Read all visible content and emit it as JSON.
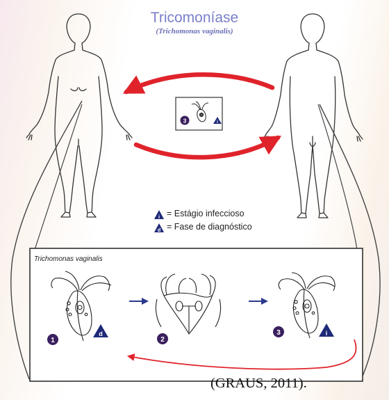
{
  "header": {
    "title": "Tricomoníase",
    "subtitle": "(Trichomonas vaginalis)"
  },
  "legend": [
    {
      "symbol": "i",
      "label": "= Estágio infeccioso"
    },
    {
      "symbol": "d",
      "label": "= Fase de diagnóstico"
    }
  ],
  "center_box": {
    "stage_number": "3",
    "symbol": "i"
  },
  "inset": {
    "title": "Trichomonas vaginalis",
    "stages": [
      {
        "number": "1",
        "symbol": "d"
      },
      {
        "number": "2",
        "symbol": ""
      },
      {
        "number": "3",
        "symbol": "i"
      }
    ]
  },
  "citation": "(GRAUS, 2011).",
  "colors": {
    "title": "#7a7fc9",
    "arrow_red": "#e0232b",
    "stage_circle": "#3a1f5e",
    "triangle": "#1e2a78",
    "arrow_blue": "#2b3a8c"
  }
}
